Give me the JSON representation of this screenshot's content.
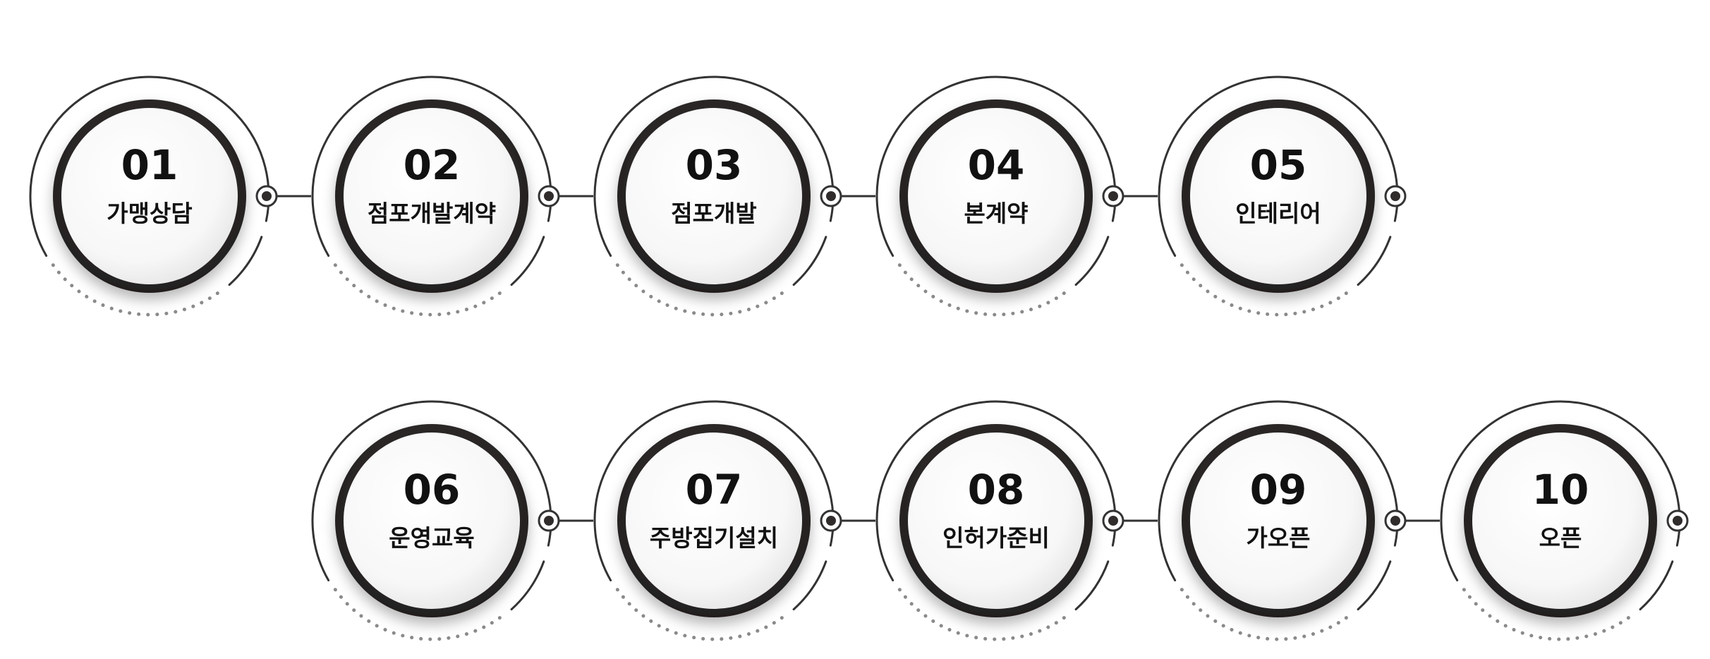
{
  "process": {
    "steps": [
      {
        "number": "01",
        "label": "가맹상담"
      },
      {
        "number": "02",
        "label": "점포개발계약"
      },
      {
        "number": "03",
        "label": "점포개발"
      },
      {
        "number": "04",
        "label": "본계약"
      },
      {
        "number": "05",
        "label": "인테리어"
      },
      {
        "number": "06",
        "label": "운영교육"
      },
      {
        "number": "07",
        "label": "주방집기설치"
      },
      {
        "number": "08",
        "label": "인허가준비"
      },
      {
        "number": "09",
        "label": "가오픈"
      },
      {
        "number": "10",
        "label": "오픈"
      }
    ]
  },
  "colors": {
    "ring": "#2f2c2b",
    "line": "#333333",
    "dots": "#8a8a8a",
    "disc": "#f6f6f6",
    "text": "#111111"
  }
}
